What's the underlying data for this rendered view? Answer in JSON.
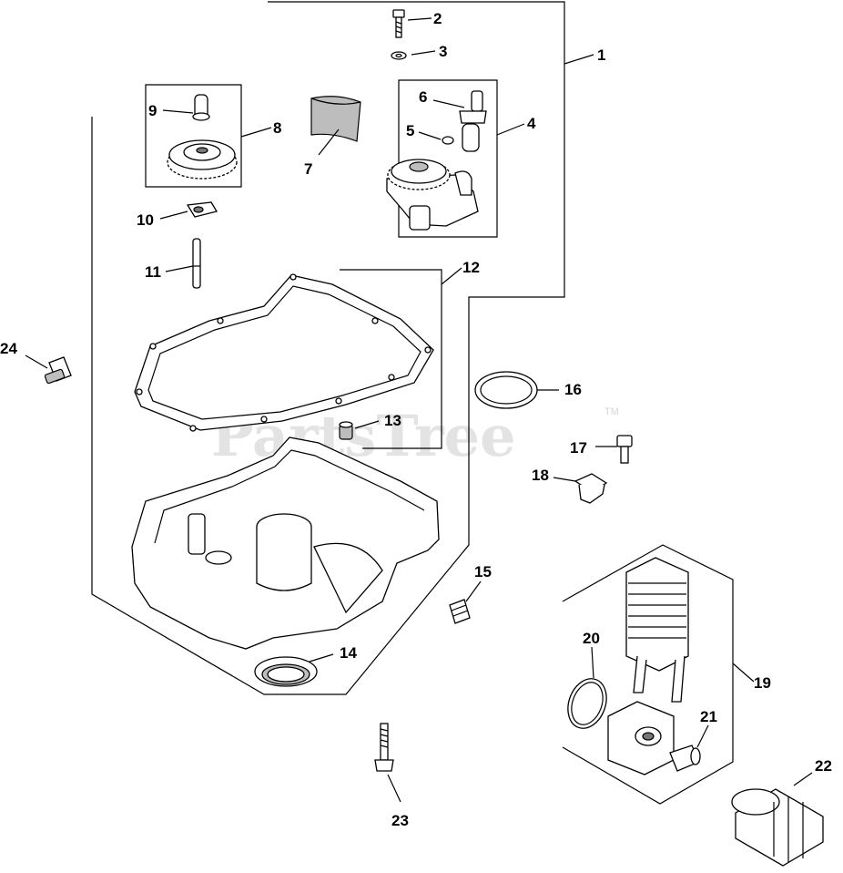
{
  "watermark": {
    "text": "PartsTree",
    "trademark": "TM"
  },
  "callouts": [
    "1",
    "2",
    "3",
    "4",
    "5",
    "6",
    "7",
    "8",
    "9",
    "10",
    "11",
    "12",
    "13",
    "14",
    "15",
    "16",
    "17",
    "18",
    "19",
    "20",
    "21",
    "22",
    "23",
    "24"
  ]
}
